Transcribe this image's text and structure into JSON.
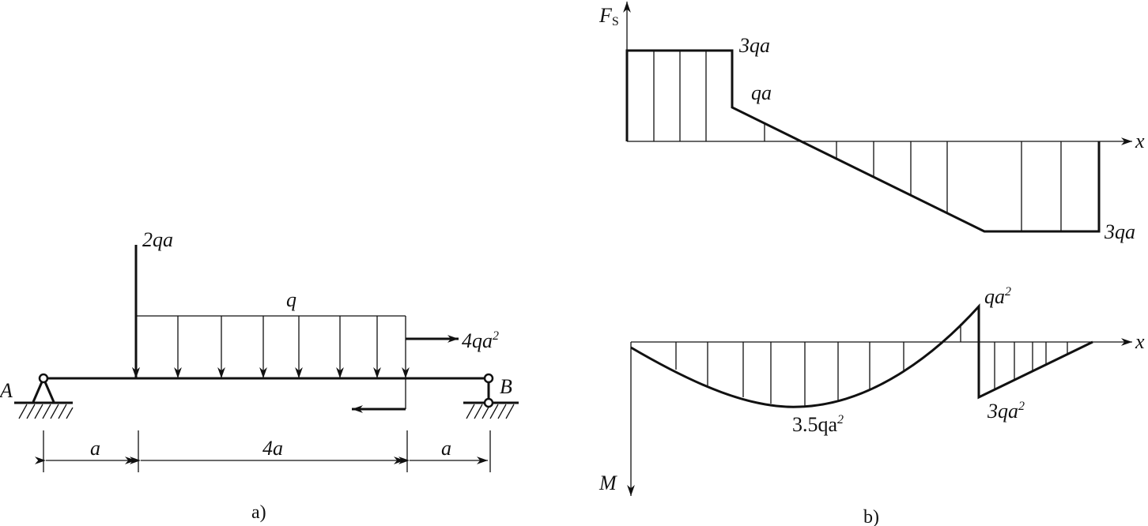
{
  "figure_a": {
    "caption": "a)",
    "point_load": {
      "label": "2qa"
    },
    "distributed_load": {
      "label": "q"
    },
    "couple": {
      "label_base": "4qa",
      "label_exp": "2"
    },
    "support_a": "A",
    "support_b": "B",
    "dimensions": [
      "a",
      "4a",
      "a"
    ]
  },
  "figure_b": {
    "caption": "b)",
    "shear_diagram": {
      "y_axis": "F",
      "y_axis_sub": "S",
      "x_axis": "x",
      "labels": [
        "3qa",
        "qa",
        "3qa"
      ]
    },
    "moment_diagram": {
      "y_axis": "M",
      "x_axis": "x",
      "labels": [
        {
          "base": "qa",
          "exp": "2"
        },
        {
          "base": "3.5qa",
          "exp": "2"
        },
        {
          "base": "3qa",
          "exp": "2"
        }
      ]
    }
  }
}
